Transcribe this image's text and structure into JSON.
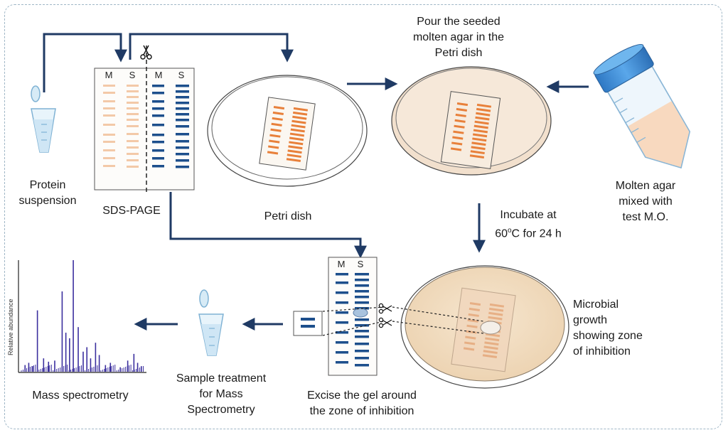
{
  "labels": {
    "protein_suspension": "Protein\nsuspension",
    "sds_page": "SDS-PAGE",
    "petri_dish": "Petri dish",
    "pour_agar": "Pour the seeded\nmolten agar in the\nPetri dish",
    "molten_agar": "Molten agar\nmixed with\ntest M.O.",
    "incubate_line1": "Incubate at",
    "incubate_temp": "60",
    "incubate_sup": "o",
    "incubate_rest": "C for 24 h",
    "microbial_growth": "Microbial\ngrowth\nshowing zone\nof inhibition",
    "excise": "Excise the gel around\nthe zone of inhibition",
    "sample_treatment": "Sample treatment\nfor Mass\nSpectrometry",
    "mass_spec": "Mass spectrometry",
    "relative_abundance": "Relative abundance"
  },
  "gel_lanes": {
    "m": "M",
    "s": "S"
  },
  "colors": {
    "navy": "#1f3a64",
    "gel_blue": "#1d4f8c",
    "pale_band": "#f3c9a8",
    "orange_band": "#e8803a",
    "agar": "#f3dcc3",
    "cap_blue": "#3f8fd6",
    "spectrum": "#3b2f9e"
  },
  "spectrum_peaks": [
    {
      "x": 0.03,
      "h": 0.06
    },
    {
      "x": 0.06,
      "h": 0.08
    },
    {
      "x": 0.09,
      "h": 0.05
    },
    {
      "x": 0.13,
      "h": 0.55
    },
    {
      "x": 0.18,
      "h": 0.12
    },
    {
      "x": 0.22,
      "h": 0.09
    },
    {
      "x": 0.27,
      "h": 0.1
    },
    {
      "x": 0.33,
      "h": 0.72
    },
    {
      "x": 0.36,
      "h": 0.35
    },
    {
      "x": 0.39,
      "h": 0.3
    },
    {
      "x": 0.42,
      "h": 1.0
    },
    {
      "x": 0.46,
      "h": 0.4
    },
    {
      "x": 0.5,
      "h": 0.18
    },
    {
      "x": 0.53,
      "h": 0.22
    },
    {
      "x": 0.56,
      "h": 0.12
    },
    {
      "x": 0.6,
      "h": 0.26
    },
    {
      "x": 0.63,
      "h": 0.15
    },
    {
      "x": 0.68,
      "h": 0.06
    },
    {
      "x": 0.72,
      "h": 0.08
    },
    {
      "x": 0.8,
      "h": 0.04
    },
    {
      "x": 0.86,
      "h": 0.1
    },
    {
      "x": 0.91,
      "h": 0.16
    },
    {
      "x": 0.94,
      "h": 0.08
    },
    {
      "x": 0.97,
      "h": 0.05
    }
  ]
}
